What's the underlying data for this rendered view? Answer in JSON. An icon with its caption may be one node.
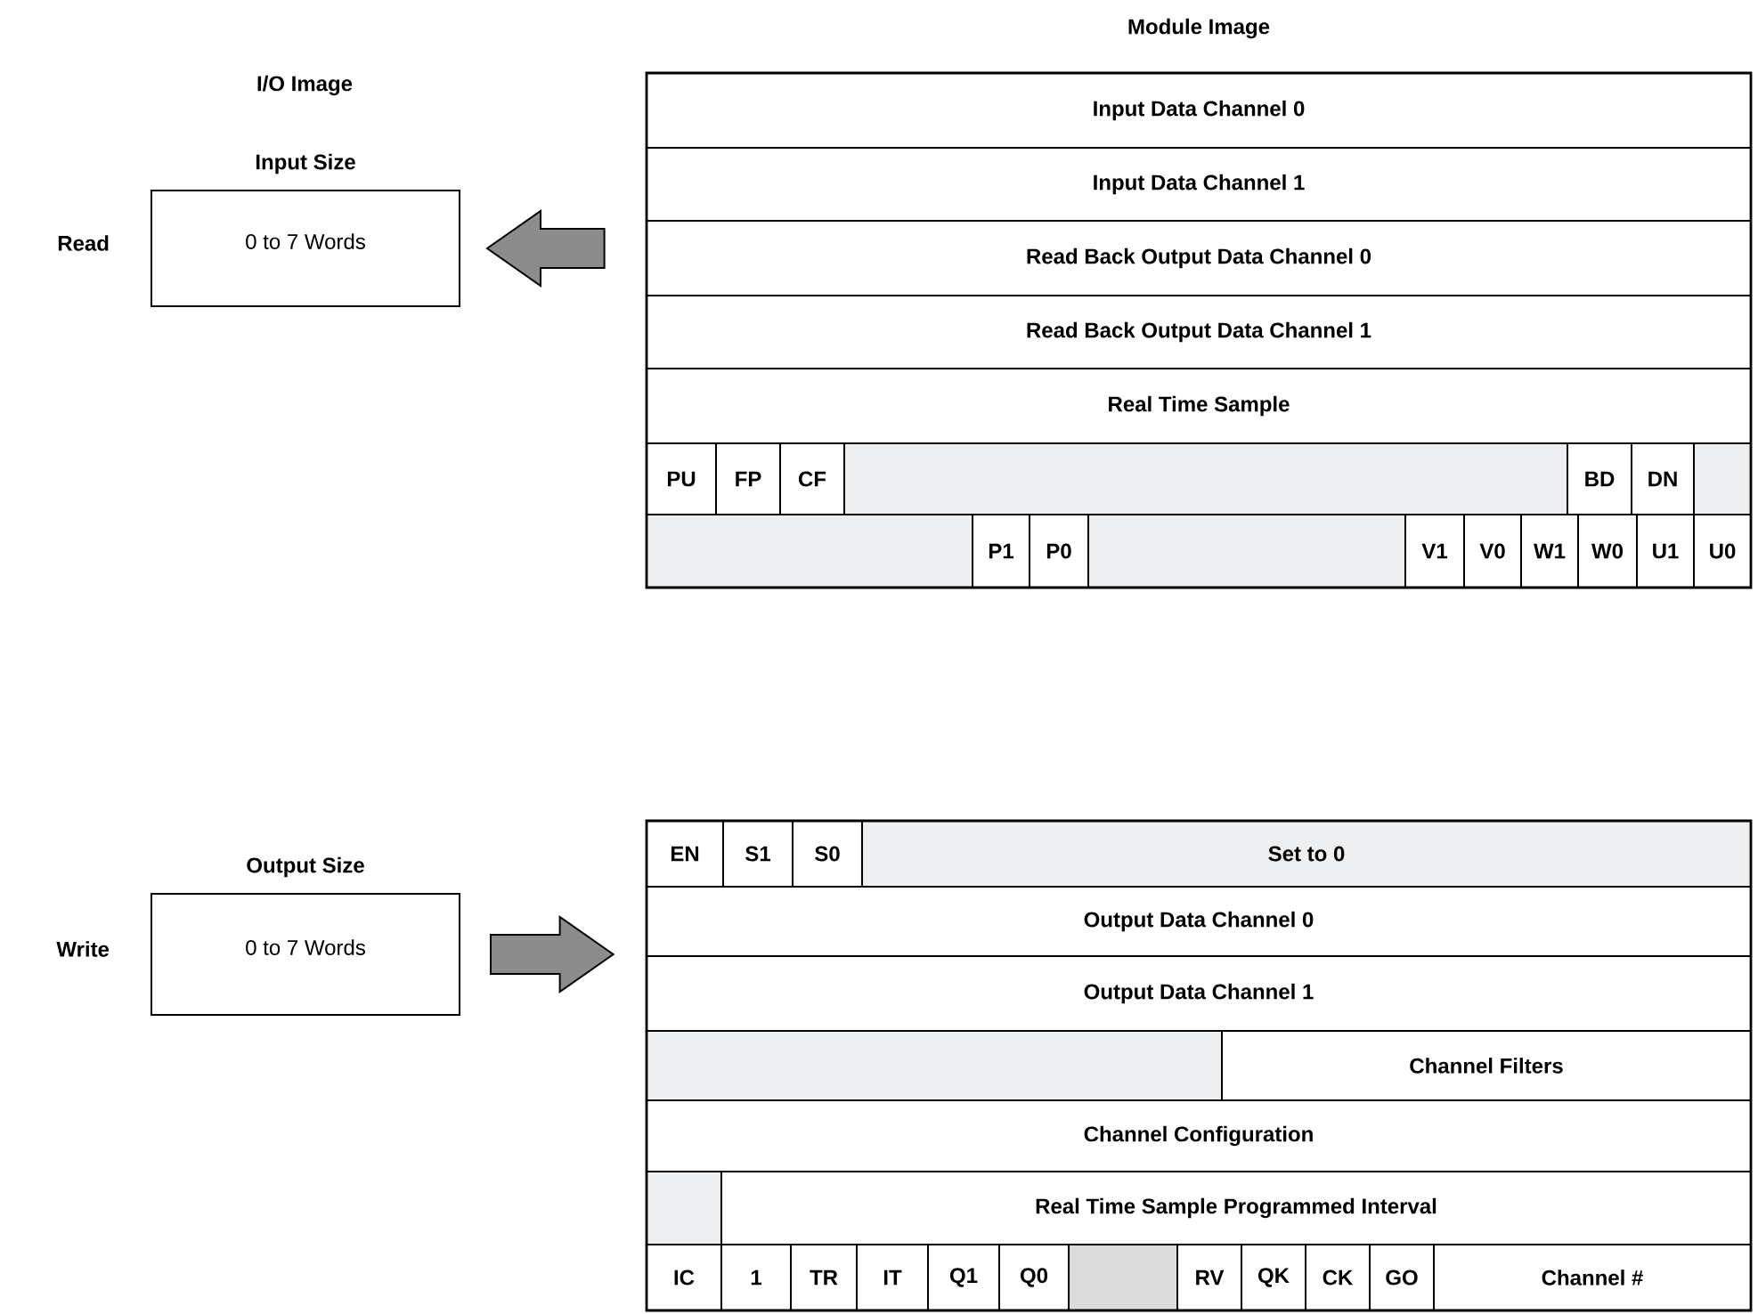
{
  "diagram": {
    "nodes": [
      {
        "text": [
          "Input Size",
          "0 to 7 Words"
        ],
        "beside": [
          "Read"
        ]
      },
      {
        "text": [
          "Module Image"
        ]
      },
      {
        "text": [
          "Input Data Channel 0"
        ],
        "in": 1
      },
      {
        "text": [
          "Input Data Channel 1"
        ],
        "in": 1
      },
      {
        "text": [
          "Read Back Output Data Channel 0"
        ],
        "in": 1
      },
      {
        "text": [
          "Read Back Output Data Channel 1"
        ],
        "in": 1
      },
      {
        "text": [
          "Real Time Sample"
        ],
        "in": 1
      },
      {
        "text": [
          "PU"
        ],
        "in": 1
      },
      {
        "text": [
          "FP"
        ],
        "in": 1
      },
      {
        "text": [
          "CF"
        ],
        "in": 1
      },
      {
        "text": [],
        "shape": "box",
        "in": 1
      },
      {
        "text": [
          "BD"
        ],
        "in": 1
      },
      {
        "text": [
          "DN"
        ],
        "in": 1
      },
      {
        "text": [],
        "shape": "box",
        "in": 1
      },
      {
        "text": [],
        "shape": "box",
        "in": 1
      },
      {
        "text": [
          "P1"
        ],
        "in": 1
      },
      {
        "text": [
          "P0"
        ],
        "in": 1
      },
      {
        "text": [],
        "shape": "box",
        "in": 1
      },
      {
        "text": [
          "V1"
        ],
        "in": 1
      },
      {
        "text": [
          "V0"
        ],
        "in": 1
      },
      {
        "text": [
          "W1"
        ],
        "in": 1
      },
      {
        "text": [
          "W0"
        ],
        "in": 1
      },
      {
        "text": [
          "U1"
        ],
        "in": 1
      },
      {
        "text": [
          "U0"
        ],
        "in": 1
      },
      {
        "text": [
          "Output Size",
          "0 to 7 Words"
        ],
        "beside": [
          "Write"
        ]
      },
      {
        "text": [],
        "shape": "box"
      },
      {
        "text": [
          "EN"
        ],
        "in": 25
      },
      {
        "text": [
          "S1"
        ],
        "in": 25
      },
      {
        "text": [
          "S0"
        ],
        "in": 25
      },
      {
        "text": [
          "Set to 0"
        ],
        "in": 25
      },
      {
        "text": [
          "Output Data Channel 0"
        ],
        "in": 25
      },
      {
        "text": [
          "Output Data Channel 1"
        ],
        "in": 25
      },
      {
        "text": [],
        "shape": "box",
        "in": 25
      },
      {
        "text": [
          "Channel Filters"
        ],
        "in": 25
      },
      {
        "text": [
          "Channel Configuration"
        ],
        "in": 25
      },
      {
        "text": [],
        "shape": "box",
        "in": 25
      },
      {
        "text": [
          "Real Time Sample Programmed Interval"
        ],
        "in": 25
      },
      {
        "text": [
          "IC"
        ],
        "in": 25
      },
      {
        "text": [
          "1"
        ],
        "in": 25
      },
      {
        "text": [
          "TR"
        ],
        "in": 25
      },
      {
        "text": [
          "IT"
        ],
        "in": 25
      },
      {
        "text": [
          "Q1"
        ],
        "in": 25
      },
      {
        "text": [
          "Q0"
        ],
        "in": 25
      },
      {
        "text": [],
        "shape": "box",
        "in": 25
      },
      {
        "text": [
          "RV"
        ],
        "in": 25
      },
      {
        "text": [
          "QK"
        ],
        "in": 25
      },
      {
        "text": [
          "CK"
        ],
        "in": 25
      },
      {
        "text": [
          "GO"
        ],
        "in": 25
      },
      {
        "text": [
          "Channel #"
        ],
        "in": 25
      }
    ],
    "edges": [
      {
        "from": 1,
        "to": 0,
        "arrow": "to"
      },
      {
        "from": 24,
        "to": 25,
        "arrow": "to"
      }
    ],
    "labels": [
      "I/O Image"
    ]
  }
}
